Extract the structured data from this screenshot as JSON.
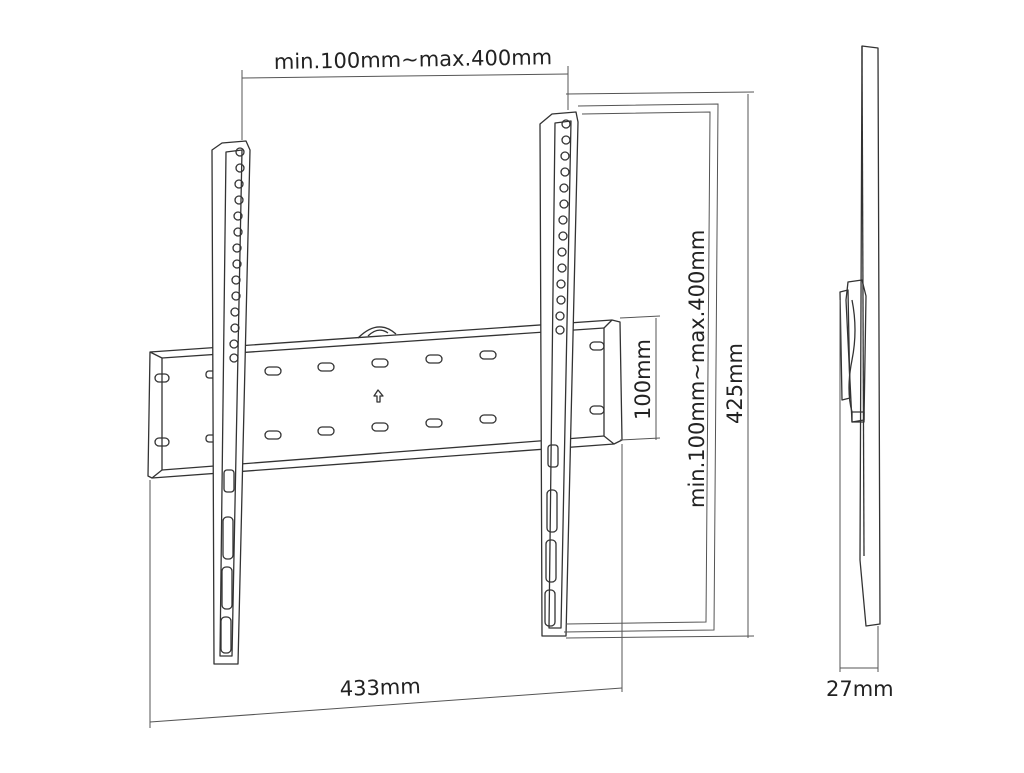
{
  "labels": {
    "top_width": "min.100mm~max.400mm",
    "right_height": "min.100mm~max.400mm",
    "arm_height": "100mm",
    "total_height": "425mm",
    "bottom_width": "433mm",
    "depth": "27mm"
  },
  "colors": {
    "line": "#333333",
    "dim_line": "#666666",
    "background": "#ffffff"
  }
}
